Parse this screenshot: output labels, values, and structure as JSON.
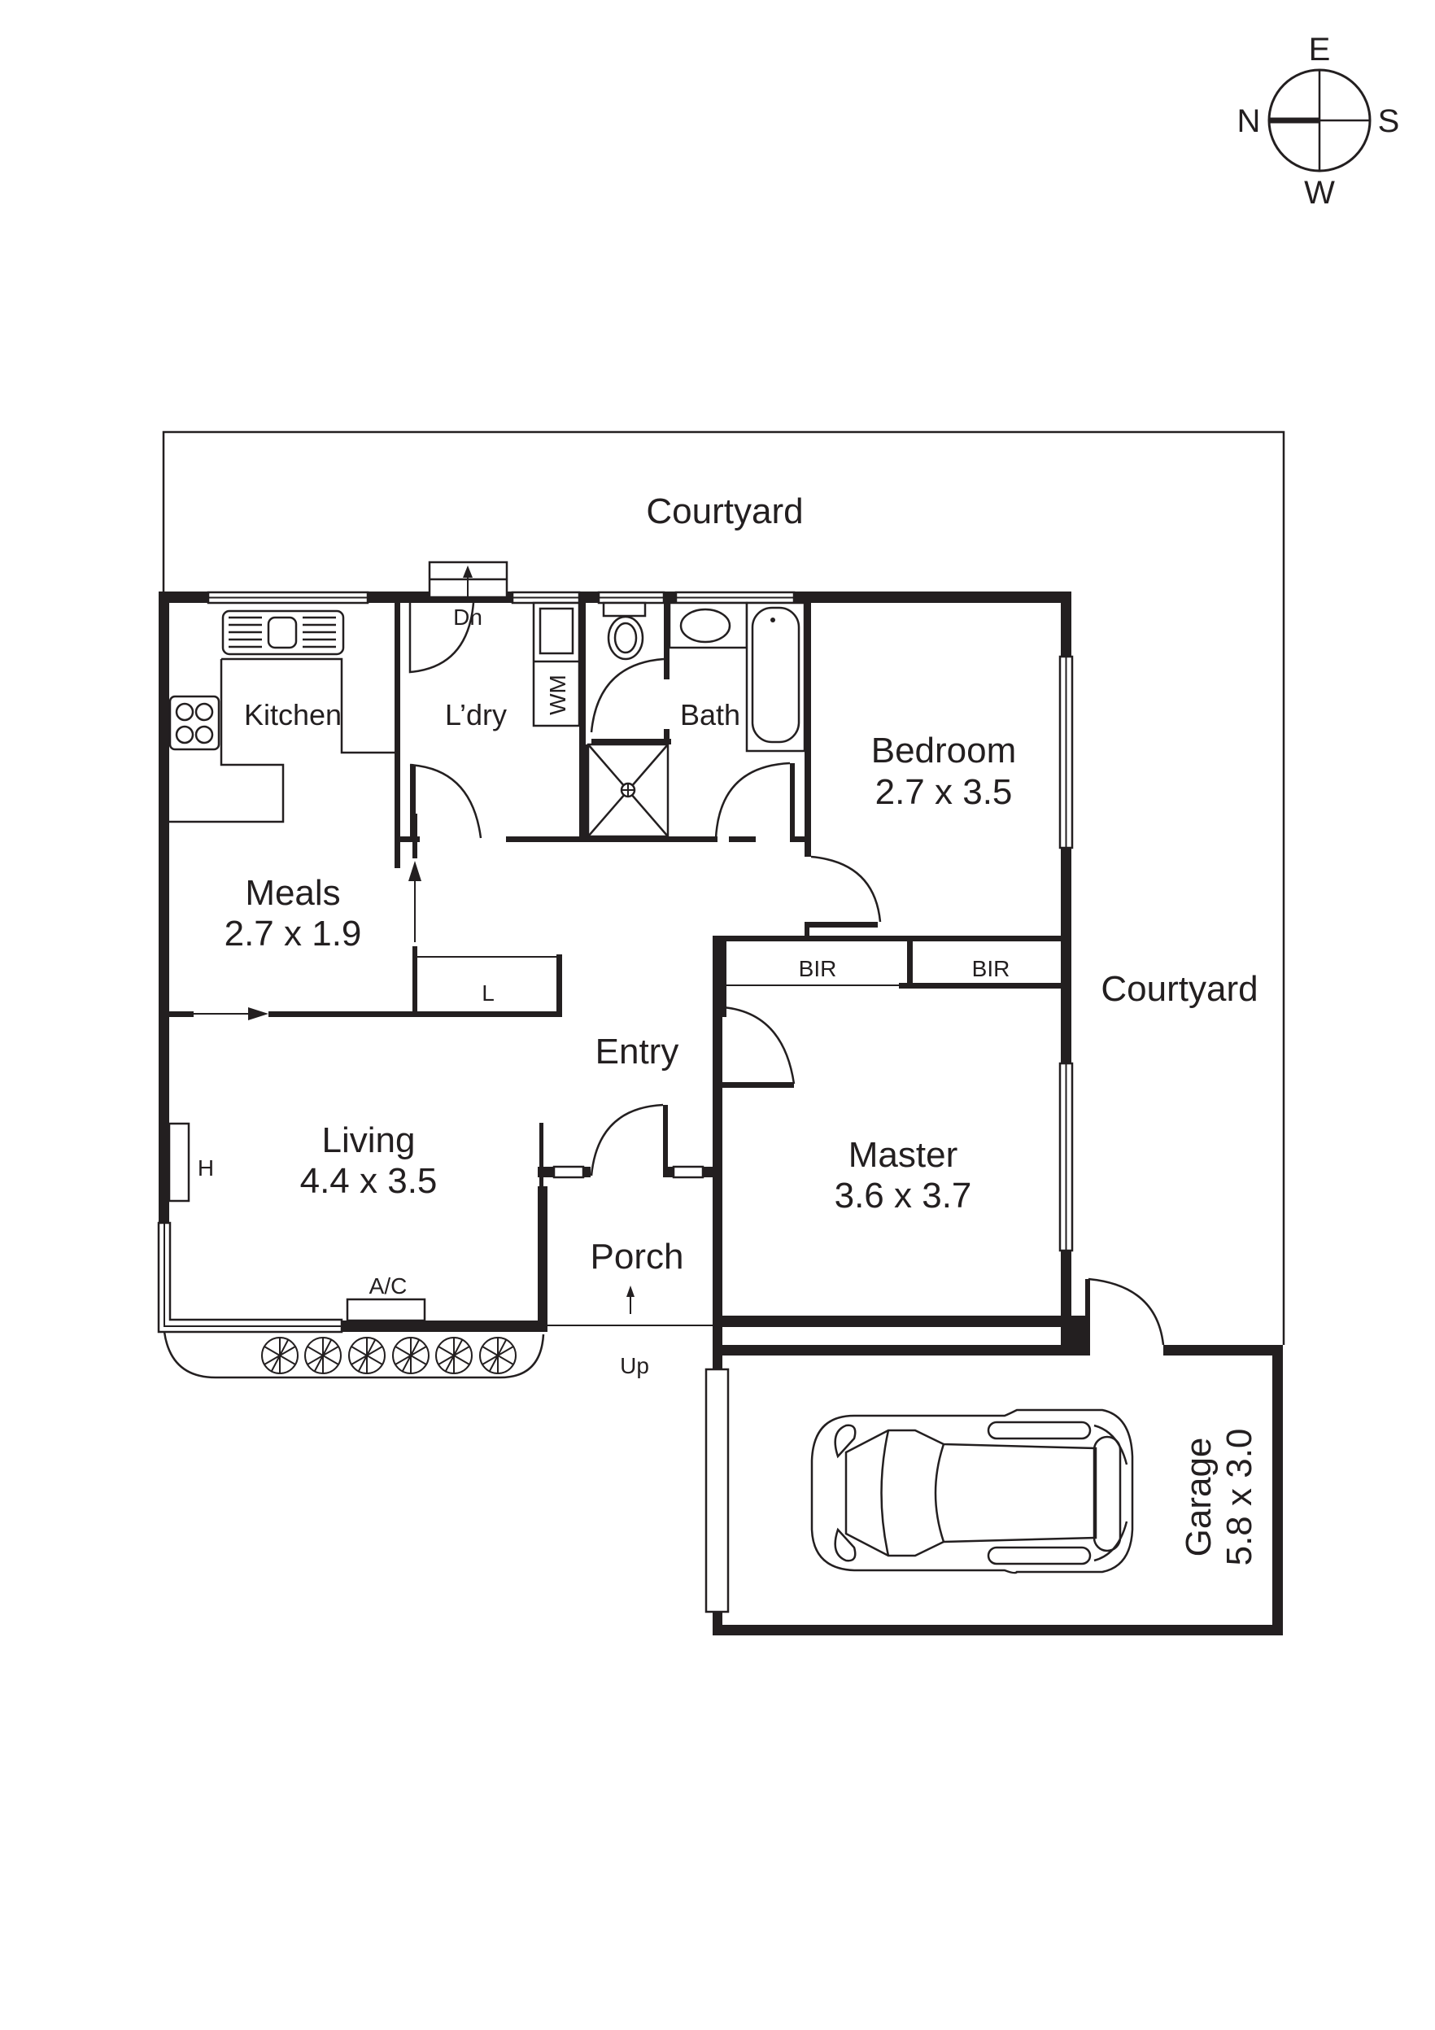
{
  "compass": {
    "north": "N",
    "east": "E",
    "south": "S",
    "west": "W"
  },
  "outdoor": {
    "courtyard_top": "Courtyard",
    "courtyard_right": "Courtyard"
  },
  "rooms": {
    "kitchen": {
      "name": "Kitchen"
    },
    "laundry": {
      "name": "L’dry",
      "washing_machine": "WM",
      "stairs": "Dn"
    },
    "bath": {
      "name": "Bath"
    },
    "bedroom": {
      "name": "Bedroom",
      "size": "2.7 x 3.5"
    },
    "meals": {
      "name": "Meals",
      "size": "2.7 x 1.9"
    },
    "linen": {
      "name": "L"
    },
    "bir_left": {
      "name": "BIR"
    },
    "bir_right": {
      "name": "BIR"
    },
    "entry": {
      "name": "Entry"
    },
    "living": {
      "name": "Living",
      "size": "4.4 x 3.5",
      "heater": "H",
      "aircon": "A/C"
    },
    "porch": {
      "name": "Porch",
      "step": "Up"
    },
    "master": {
      "name": "Master",
      "size": "3.6 x 3.7"
    },
    "garage": {
      "name": "Garage",
      "size": "5.8 x 3.0"
    }
  },
  "colors": {
    "ink": "#231f20",
    "background": "#ffffff"
  }
}
